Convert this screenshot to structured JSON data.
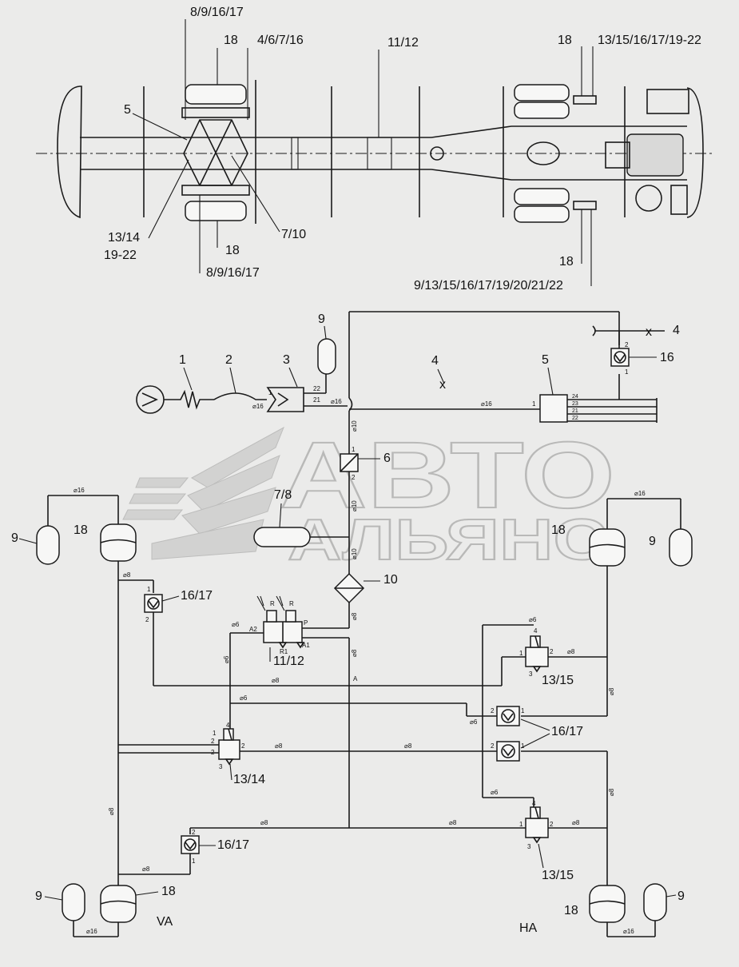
{
  "chassis": {
    "callouts": {
      "c1": "8/9/16/17",
      "c2": "18",
      "c3": "4/6/7/16",
      "c4": "11/12",
      "c5": "18",
      "c6": "13/15/16/17/19-22",
      "c7": "5",
      "c8": "13/14",
      "c9": "19-22",
      "c10": "18",
      "c11": "7/10",
      "c12": "8/9/16/17",
      "c13": "18",
      "c14": "9/13/15/16/17/19/20/21/22"
    }
  },
  "schematic": {
    "labels": {
      "n1": "1",
      "n2": "2",
      "n3": "3",
      "n4a": "4",
      "n4b": "4",
      "n5": "5",
      "n6": "6",
      "n78": "7/8",
      "n9a": "9",
      "n9b": "9",
      "n9c": "9",
      "n9d": "9",
      "n9e": "9",
      "n10": "10",
      "n1112": "11/12",
      "n1314": "13/14",
      "n1315a": "13/15",
      "n1315b": "13/15",
      "n16": "16",
      "n1617a": "16/17",
      "n1617b": "16/17",
      "n1617c": "16/17",
      "n18a": "18",
      "n18b": "18",
      "n18c": "18",
      "n18d": "18",
      "va": "VA",
      "ha": "HA"
    },
    "pipe_sizes": {
      "d16": "⌀16",
      "d10": "⌀10",
      "d8": "⌀8",
      "d6": "⌀6"
    },
    "ports": {
      "p1": "1",
      "p2": "2",
      "p3": "3",
      "p4": "4",
      "p21": "21",
      "p22": "22",
      "p23": "23",
      "p24": "24",
      "pA": "A",
      "pA1": "A1",
      "pA2": "A2",
      "pR": "R",
      "pR1": "R1",
      "pP": "P"
    }
  },
  "watermark": {
    "line1": "АВТО",
    "line2": "АЛЬЯНС"
  }
}
